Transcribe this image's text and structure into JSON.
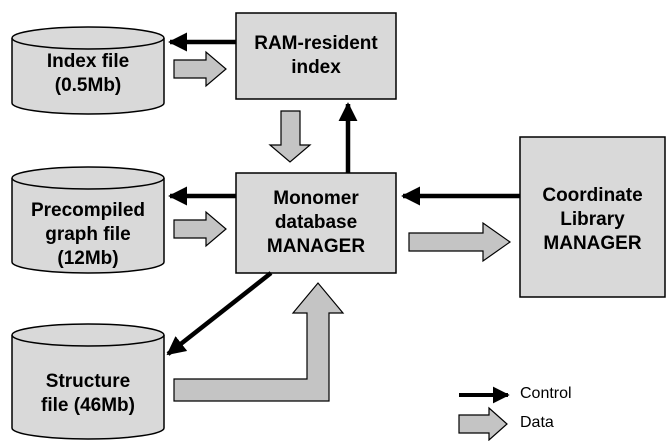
{
  "nodes": {
    "index_file": [
      "Index file",
      "(0.5Mb)"
    ],
    "ram_index": [
      "RAM-resident",
      "index"
    ],
    "precompiled_file": [
      "Precompiled",
      "graph file",
      "(12Mb)"
    ],
    "monomer_manager": [
      "Monomer",
      "database",
      "MANAGER"
    ],
    "coordinate_manager": [
      "Coordinate",
      "Library",
      "MANAGER"
    ],
    "structure_file": [
      "Structure",
      "file (46Mb)"
    ]
  },
  "legend": {
    "control": "Control",
    "data": "Data"
  },
  "colors": {
    "fill": "#d9d9d9",
    "stroke": "#000000",
    "data_arrow_fill": "#c4c4c4"
  }
}
